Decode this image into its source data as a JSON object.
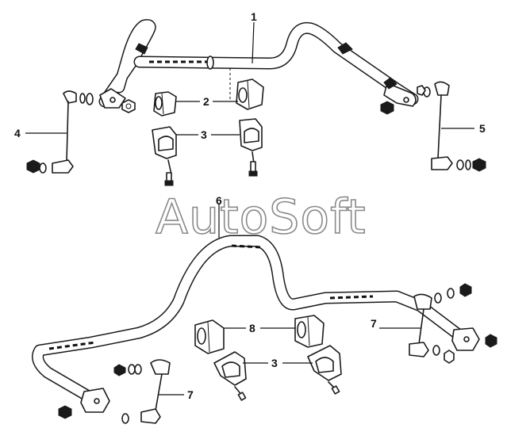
{
  "watermark": "AutoSoft",
  "callouts": {
    "c1": "1",
    "c2": "2",
    "c3a": "3",
    "c4": "4",
    "c5": "5",
    "c6": "6",
    "c7a": "7",
    "c8": "8",
    "c3b": "3",
    "c7b": "7"
  }
}
